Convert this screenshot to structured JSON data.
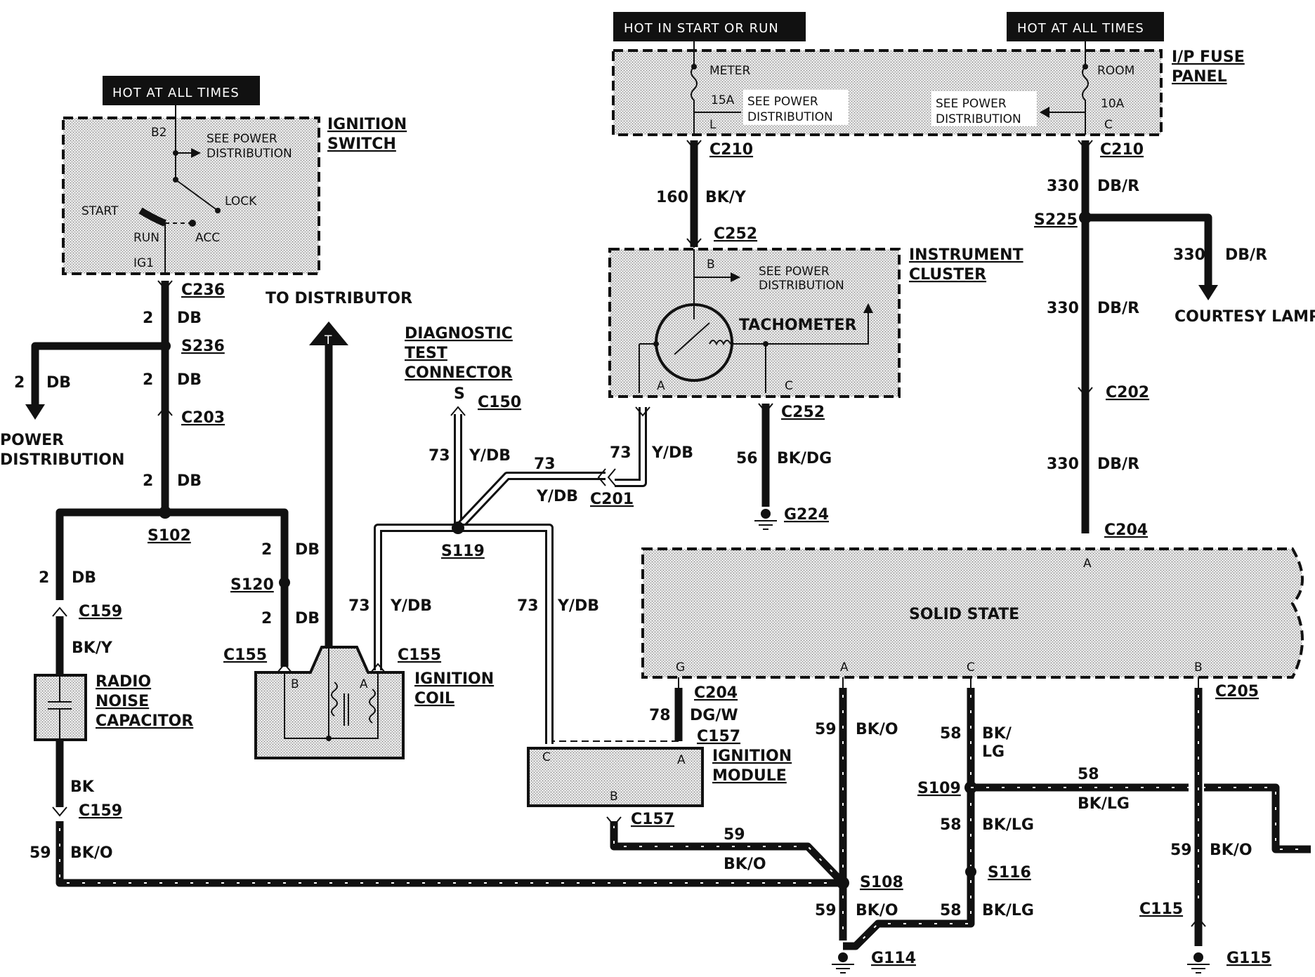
{
  "tags": {
    "hot_start_run": "HOT IN START OR RUN",
    "hot_all_times_fuse": "HOT AT ALL TIMES",
    "hot_all_times_ign": "HOT AT ALL TIMES"
  },
  "components": {
    "ip_fuse_panel": [
      "I/P FUSE",
      "PANEL"
    ],
    "ignition_switch": [
      "IGNITION",
      "SWITCH"
    ],
    "instrument_cluster": [
      "INSTRUMENT",
      "CLUSTER"
    ],
    "diagnostic_connector": [
      "DIAGNOSTIC",
      "TEST",
      "CONNECTOR"
    ],
    "ignition_coil": [
      "IGNITION",
      "COIL"
    ],
    "radio_noise_capacitor": [
      "RADIO",
      "NOISE",
      "CAPACITOR"
    ],
    "ignition_module": [
      "IGNITION",
      "MODULE"
    ],
    "solid_state": "SOLID STATE",
    "tachometer": "TACHOMETER"
  },
  "internal": {
    "meter": "METER",
    "fuse_15a": "15A",
    "pin_l": "L",
    "room": "ROOM",
    "fuse_10a": "10A",
    "pin_c": "C",
    "see_power": "SEE POWER",
    "distribution": "DISTRIBUTION",
    "b2": "B2",
    "lock": "LOCK",
    "start": "START",
    "acc": "ACC",
    "run": "RUN",
    "ig1": "IG1",
    "pin_b": "B",
    "pin_a": "A",
    "pin_c2": "C",
    "pin_s": "S",
    "pin_g": "G",
    "pin_t": "T"
  },
  "destinations": {
    "to_distributor": "TO DISTRIBUTOR",
    "power_distribution": [
      "POWER",
      "DISTRIBUTION"
    ],
    "courtesy_lamp": "COURTESY LAMP"
  },
  "connectors": {
    "c210_l": "C210",
    "c210_r": "C210",
    "c252_t": "C252",
    "c252_b": "C252",
    "c236": "C236",
    "s236": "S236",
    "c203": "C203",
    "s102": "S102",
    "s120": "S120",
    "c159_t": "C159",
    "c159_b": "C159",
    "c155_l": "C155",
    "c155_r": "C155",
    "c150": "C150",
    "s119": "S119",
    "c201": "C201",
    "g224": "G224",
    "s225": "S225",
    "c202": "C202",
    "c204_t": "C204",
    "c204_b": "C204",
    "c157_t": "C157",
    "c157_b": "C157",
    "c205": "C205",
    "s109": "S109",
    "s116": "S116",
    "s108": "S108",
    "c115": "C115",
    "g114": "G114",
    "g115": "G115"
  },
  "wires": {
    "w160": [
      "160",
      "BK/Y"
    ],
    "w330a": [
      "330",
      "DB/R"
    ],
    "w330b": [
      "330",
      "DB/R"
    ],
    "w330c": [
      "330",
      "DB/R"
    ],
    "w330d": [
      "330",
      "DB/R"
    ],
    "w2a": [
      "2",
      "DB"
    ],
    "w2b": [
      "2",
      "DB"
    ],
    "w2c": [
      "2",
      "DB"
    ],
    "w2d": [
      "2",
      "DB"
    ],
    "w2e": [
      "2",
      "DB"
    ],
    "w2f": [
      "2",
      "DB"
    ],
    "w2g": [
      "2",
      "DB"
    ],
    "bky": "BK/Y",
    "bk": "BK",
    "w59a": [
      "59",
      "BK/O"
    ],
    "w59b": [
      "59",
      "BK/O"
    ],
    "w59c": [
      "59",
      "BK/O"
    ],
    "w59d": [
      "59",
      "BK/O"
    ],
    "w59e": [
      "59",
      "BK/O"
    ],
    "w73a": [
      "73",
      "Y/DB"
    ],
    "w73b": [
      "73",
      "Y/DB"
    ],
    "w73c": [
      "73",
      "Y/DB"
    ],
    "w73d": [
      "73",
      "Y/DB"
    ],
    "w73e": [
      "73",
      "Y/DB"
    ],
    "w56": [
      "56",
      "BK/DG"
    ],
    "w78": [
      "78",
      "DG/W"
    ],
    "w58a": [
      "58",
      "BK/",
      "LG"
    ],
    "w58b": [
      "58",
      "BK/LG"
    ],
    "w58c": [
      "58",
      "BK/LG"
    ],
    "w58d": [
      "58",
      "BK/LG"
    ]
  }
}
